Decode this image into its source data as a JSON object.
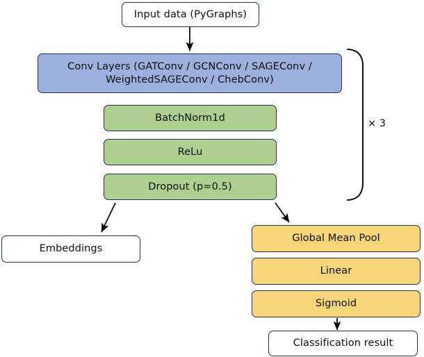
{
  "diagram": {
    "title": "GNN model architecture flowchart",
    "colors": {
      "input_box": "#ffffff",
      "conv_box": "#9cb0dd",
      "green_box": "#aecf90",
      "yellow_box": "#f7d578",
      "border": "#1f3355",
      "arrow": "#000000",
      "text": "#0d0d0d"
    },
    "nodes": {
      "input": {
        "label": "Input data (PyGraphs)"
      },
      "conv": {
        "label": "Conv Layers (GATConv / GCNConv / SAGEConv / WeightedSAGEConv / ChebConv)"
      },
      "batchnorm": {
        "label": "BatchNorm1d"
      },
      "relu": {
        "label": "ReLu"
      },
      "dropout": {
        "label": "Dropout (p=0.5)"
      },
      "embeddings": {
        "label": "Embeddings"
      },
      "global_mean_pool": {
        "label": "Global Mean Pool"
      },
      "linear": {
        "label": "Linear"
      },
      "sigmoid": {
        "label": "Sigmoid"
      },
      "classification": {
        "label": "Classification result"
      }
    },
    "annotations": {
      "repeat": "× 3"
    }
  }
}
